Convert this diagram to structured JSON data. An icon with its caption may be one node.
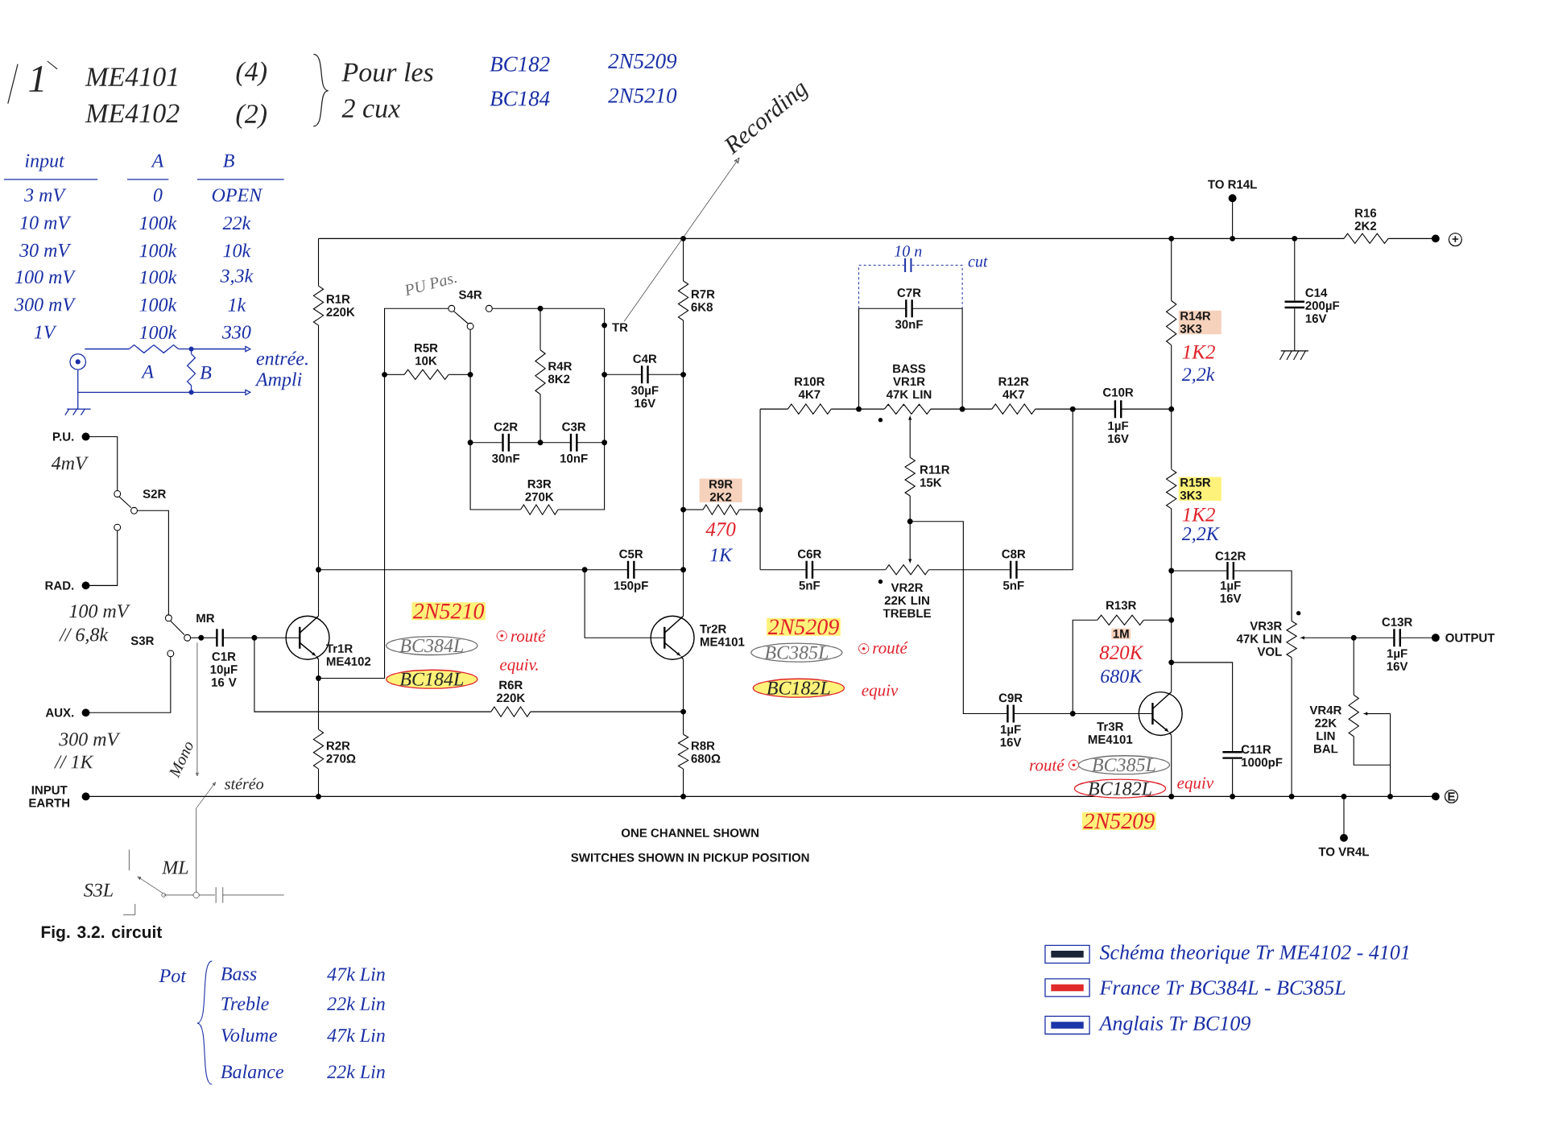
{
  "diagram": {
    "caption": "Fig. 3.2. circuit",
    "nodes": [
      {
        "text": [
          "BC384L"
        ]
      },
      {
        "text": [
          "BC184L"
        ]
      },
      {
        "text": [
          "BC385L"
        ]
      },
      {
        "text": [
          "BC182L"
        ]
      },
      {
        "text": [
          "BC385L"
        ]
      },
      {
        "text": [
          "BC182L"
        ]
      },
      {
        "text": [
          "TR"
        ]
      },
      {
        "text": [
          "Recording"
        ]
      }
    ],
    "edges": [
      {
        "from": 6,
        "to": 7,
        "arrow": "to"
      }
    ],
    "labels": [
      "1",
      "ME4101",
      "(4)",
      "ME4102",
      "(2)",
      "Pour les",
      "2 cux",
      "BC182",
      "2N5209",
      "BC184",
      "2N5210",
      "input",
      "A",
      "B",
      "3 mV",
      "0",
      "OPEN",
      "10 mV",
      "100k",
      "22k",
      "30 mV",
      "100k",
      "10k",
      "100 mV",
      "100k",
      "3,3k",
      "300 mV",
      "100k",
      "1k",
      "1V",
      "100k",
      "330",
      "A",
      "B",
      "entrée. Ampli",
      "P.U.",
      "4mV",
      "S2R",
      "RAD.",
      "100 mV",
      "// 6,8k",
      "S3R",
      "MR",
      "AUX.",
      "300 mV",
      "// 1K",
      "INPUT EARTH",
      "Mono",
      "stéréo",
      "S3L",
      "ML",
      "C1R 10µF 16 V",
      "R1R 220K",
      "Tr1R ME4102",
      "R2R 270Ω",
      "PU Pas.",
      "S4R",
      "R5R 10K",
      "R4R 8K2",
      "C2R",
      "30nF",
      "C3R",
      "10nF",
      "R3R 270K",
      "C4R",
      "30µF 16V",
      "R7R 6K8",
      "R9R 2K2",
      "470",
      "C5R",
      "1K",
      "150pF",
      "R6R 220K",
      "Tr2R ME4101",
      "R8R 680Ω",
      "10 n",
      "cut",
      "C7R",
      "30nF",
      "BASS VR1R 47K LIN",
      "R10R 4K7",
      "R12R 4K7",
      "C10R",
      "1µF 16V",
      "R11R 15K",
      "C6R",
      "5nF",
      "VR2R 22K LIN TREBLE",
      "C8R",
      "5nF",
      "TO R14L",
      "R16 2K2",
      "C14 200µF 16V",
      "R14R 3K3",
      "1K2",
      "2,2k",
      "R15R 3K3",
      "1K2",
      "2,2K",
      "C12R",
      "1µF 16V",
      "R13R",
      "1M",
      "820K",
      "680K",
      "VR3R 47K LIN VOL",
      "C13R",
      "1µF 16V",
      "OUTPUT",
      "VR4R 22K LIN BAL",
      "C9R",
      "1µF 16V",
      "Tr3R ME4101",
      "C11R 1000pF",
      "+",
      "E",
      "TO VR4L",
      "ONE CHANNEL SHOWN",
      "SWITCHES SHOWN IN PICKUP POSITION",
      "Pot",
      "Bass",
      "47k Lin",
      "Treble",
      "22k Lin",
      "Volume",
      "47k Lin",
      "Balance",
      "22k Lin",
      "routé",
      "equiv.",
      "routé",
      "equiv",
      "routé",
      "equiv",
      "2N5210",
      "2N5209",
      "2N5209"
    ],
    "legend": [
      {
        "text": "Schéma theorique Tr ME4102 - 4101",
        "color": "#1c2438"
      },
      {
        "text": "France Tr BC384L - BC385L",
        "color": "#e02a2a"
      },
      {
        "text": "Anglais Tr BC109",
        "color": "#1c35a8"
      }
    ]
  }
}
